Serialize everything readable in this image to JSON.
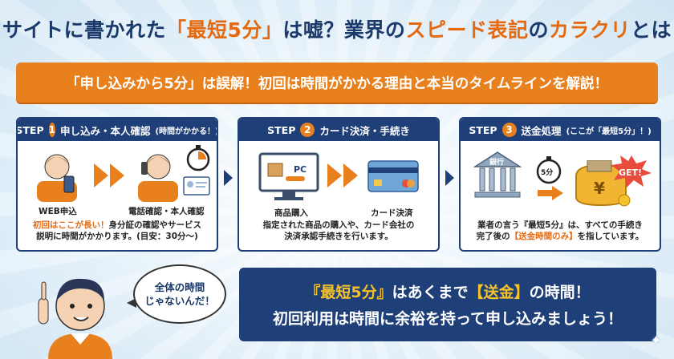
{
  "title": {
    "part1": "サイトに書かれた",
    "highlight1": "「最短5分」",
    "part2": "は嘘？業界の",
    "highlight2": "スピード表記",
    "part3": "の",
    "highlight3": "カラクリ",
    "part4": "とは"
  },
  "banner": {
    "text": "「申し込みから5分」は誤解！初回は時間がかかる理由と本当のタイムラインを解説！"
  },
  "steps": [
    {
      "label": "STEP",
      "number": "1",
      "title": "申し込み・本人確認",
      "note": "(時間がかかる！)",
      "captions": [
        "WEB申込",
        "電話確認・本人確認"
      ],
      "desc_highlight": "初回はここが長い！",
      "desc_line1": "身分証の確認やサービス",
      "desc_line2": "説明に時間がかかります。(目安：30分〜)"
    },
    {
      "label": "STEP",
      "number": "2",
      "title": "カード決済・手続き",
      "note": "",
      "pc_label": "PC",
      "captions": [
        "商品購入",
        "カード決済"
      ],
      "desc_line1": "指定された商品の購入や、カード会社の",
      "desc_line2": "決済承認手続きを行います。"
    },
    {
      "label": "STEP",
      "number": "3",
      "title": "送金処理",
      "note": "(ここが「最短5分」！)",
      "bank_label": "銀行",
      "timer_label": "5分",
      "get_label": "GET!",
      "yen": "¥",
      "desc_line1": "業者の言う『最短5分』は、すべての手続き",
      "desc_pre": "完了後の",
      "desc_highlight": "【送金時間のみ】",
      "desc_post": "を指しています。"
    }
  ],
  "bubble": {
    "line1": "全体の時間",
    "line2": "じゃないんだ！"
  },
  "callout": {
    "l1_a": "『最短5分』",
    "l1_b": "はあくまで",
    "l1_c": "【送金】",
    "l1_d": "の時間！",
    "l2": "初回利用は時間に余裕を持って申し込みましょう！"
  },
  "colors": {
    "navy": "#1f3f78",
    "orange": "#e8801e",
    "highlight": "#f5c22a"
  }
}
